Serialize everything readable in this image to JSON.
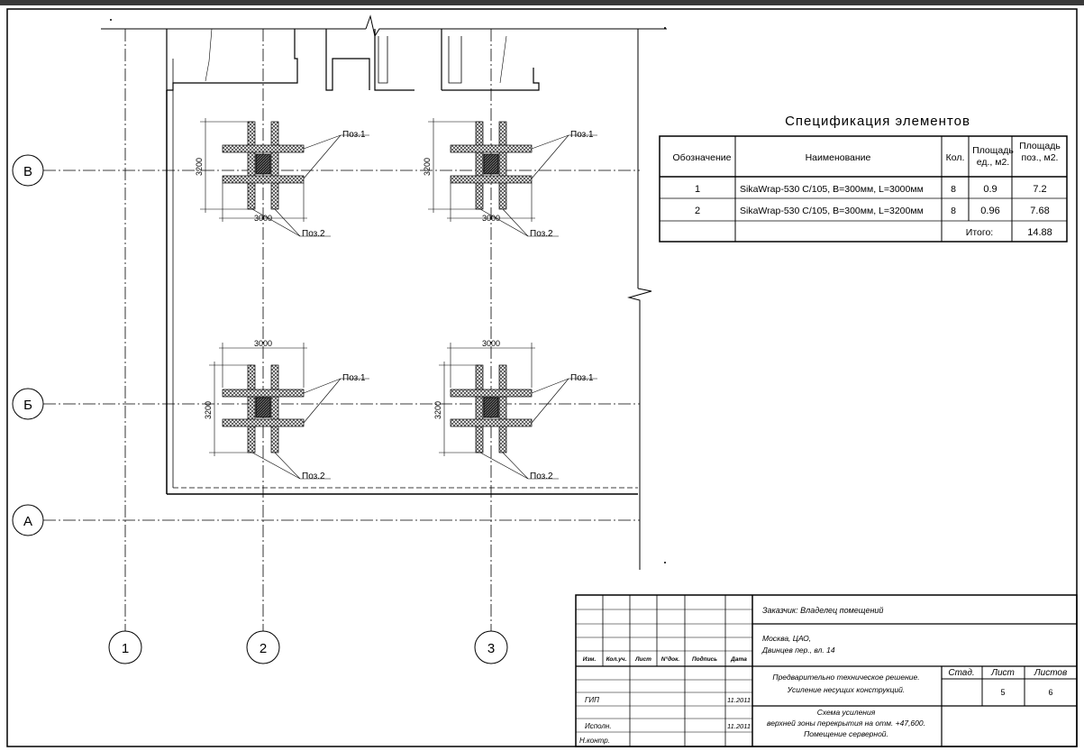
{
  "axes": {
    "rows": [
      "В",
      "Б",
      "А"
    ],
    "cols": [
      "1",
      "2",
      "3"
    ]
  },
  "columns": [
    {
      "id": "B2",
      "dim_w": "3000",
      "dim_h": "3200",
      "pos1": "Поз.1",
      "pos2": "Поз.2"
    },
    {
      "id": "B3",
      "dim_w": "3000",
      "dim_h": "3200",
      "pos1": "Поз.1",
      "pos2": "Поз.2"
    },
    {
      "id": "Б2",
      "dim_w": "3000",
      "dim_h": "3200",
      "pos1": "Поз.1",
      "pos2": "Поз.2"
    },
    {
      "id": "Б3",
      "dim_w": "3000",
      "dim_h": "3200",
      "pos1": "Поз.1",
      "pos2": "Поз.2"
    }
  ],
  "spec": {
    "title": "Спецификация элементов",
    "headers": {
      "designation": "Обозначение",
      "name": "Наименование",
      "qty": "Кол.",
      "area_unit_1": "Площадь",
      "area_unit_2": "ед., м2.",
      "area_pos_1": "Площадь",
      "area_pos_2": "поз., м2."
    },
    "rows": [
      {
        "designation": "1",
        "name": "SikaWrap-530 C/105, B=300мм, L=3000мм",
        "qty": "8",
        "area_unit": "0.9",
        "area_pos": "7.2"
      },
      {
        "designation": "2",
        "name": "SikaWrap-530 C/105, B=300мм, L=3200мм",
        "qty": "8",
        "area_unit": "0.96",
        "area_pos": "7.68"
      }
    ],
    "total_label": "Итого:",
    "total_value": "14.88"
  },
  "title_block": {
    "customer": "Заказчик: Владелец помещений",
    "address_1": "Москва, ЦАО,",
    "address_2": "Двинцев пер., вл. 14",
    "change_headers": [
      "Изм.",
      "Кол.уч.",
      "Лист",
      "N°док.",
      "Подпись",
      "Дата"
    ],
    "gip": "ГИП",
    "gip_date": "11.2011",
    "ispoln": "Исполн.",
    "ispoln_date": "11.2011",
    "nkontr": "Н.контр.",
    "project_1": "Предварительно техническое решение.",
    "project_2": "Усиление несущих конструкций.",
    "stage_label": "Стад.",
    "sheet_label": "Лист",
    "sheets_label": "Листов",
    "sheet": "5",
    "sheets": "6",
    "drawing_1": "Схема усиления",
    "drawing_2": "верхней зоны перекрытия на отм. +47,600.",
    "drawing_3": "Помещение серверной."
  },
  "colors": {
    "line": "#000000",
    "hatch": "#444444",
    "background": "#ffffff"
  }
}
